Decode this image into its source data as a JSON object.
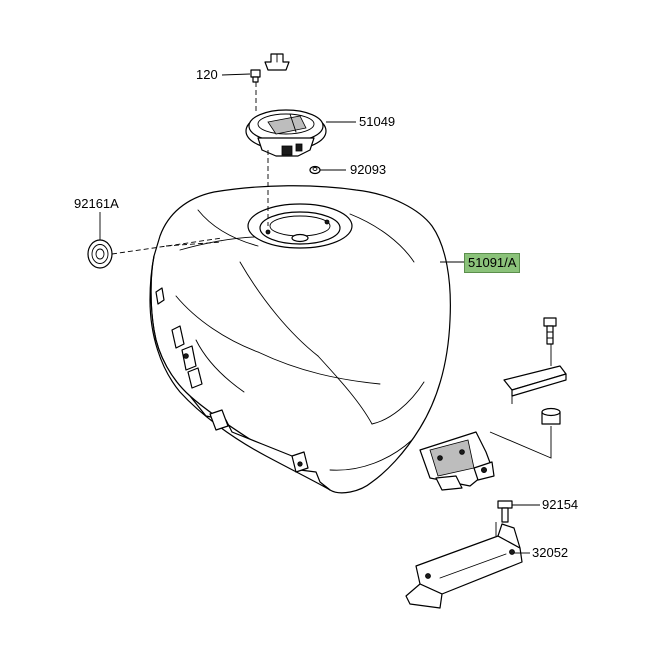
{
  "labels": {
    "bolt_120": "120",
    "cap_51049": "51049",
    "nut_92093": "92093",
    "grommet_92161A": "92161A",
    "tank_51091A": "51091/A",
    "bolt_92154": "92154",
    "bracket_32052": "32052"
  },
  "highlight_color": "#8bc27a"
}
